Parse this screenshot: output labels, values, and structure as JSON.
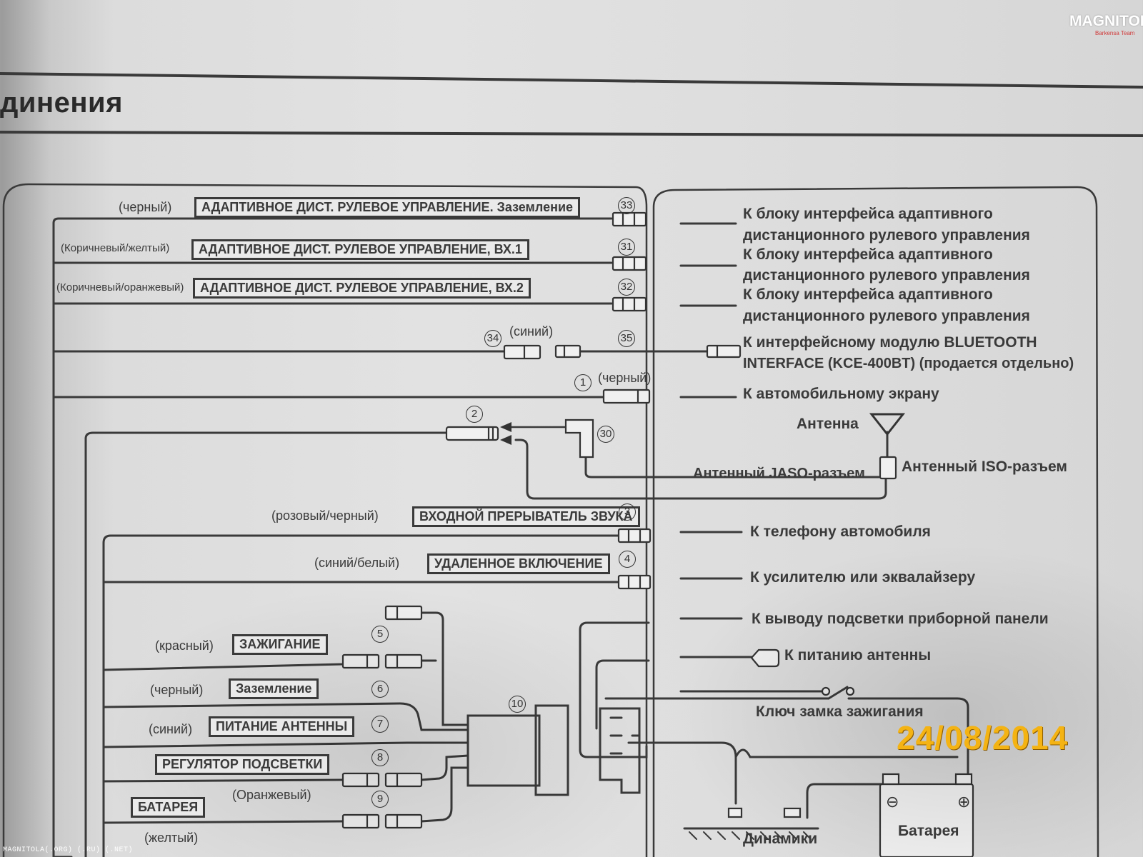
{
  "header": {
    "title": "динения"
  },
  "watermark": {
    "logo": "MAGNITOLA",
    "logo_sub": "Barkensa Team",
    "footer": "MAGNITOLA(.ORG) (.RU) (.NET)"
  },
  "photo_date": "24/08/2014",
  "wires": [
    {
      "num": "33",
      "color": "(черный)",
      "function": "АДАПТИВНОЕ ДИСТ. РУЛЕВОЕ УПРАВЛЕНИЕ. Заземление"
    },
    {
      "num": "31",
      "color": "(Коричневый/желтый)",
      "function": "АДАПТИВНОЕ ДИСТ. РУЛЕВОЕ УПРАВЛЕНИЕ, ВХ.1"
    },
    {
      "num": "32",
      "color": "(Коричневый/оранжевый)",
      "function": "АДАПТИВНОЕ ДИСТ. РУЛЕВОЕ УПРАВЛЕНИЕ, ВХ.2"
    },
    {
      "num": "34",
      "color": "(синий)",
      "function": ""
    },
    {
      "num": "35",
      "color": "",
      "function": ""
    },
    {
      "num": "1",
      "color": "(черный)",
      "function": ""
    },
    {
      "num": "2",
      "color": "",
      "function": ""
    },
    {
      "num": "30",
      "color": "",
      "function": ""
    },
    {
      "num": "3",
      "color": "(розовый/черный)",
      "function": "ВХОДНОЙ ПРЕРЫВАТЕЛЬ ЗВУКА"
    },
    {
      "num": "4",
      "color": "(синий/белый)",
      "function": "УДАЛЕННОЕ ВКЛЮЧЕНИЕ"
    },
    {
      "num": "5",
      "color": "(красный)",
      "function": "ЗАЖИГАНИЕ"
    },
    {
      "num": "6",
      "color": "(черный)",
      "function": "Заземление"
    },
    {
      "num": "7",
      "color": "(синий)",
      "function": "ПИТАНИЕ АНТЕННЫ"
    },
    {
      "num": "8",
      "color": "",
      "function": "РЕГУЛЯТОР ПОДСВЕТКИ"
    },
    {
      "num": "9",
      "color": "(Оранжевый)",
      "function": "БАТАРЕЯ"
    },
    {
      "num": "10",
      "color": "",
      "function": ""
    }
  ],
  "extra_color_label": "(желтый)",
  "destinations": {
    "sw1_line1": "К блоку интерфейса адаптивного",
    "sw1_line2": "дистанционного рулевого управления",
    "sw2_line1": "К блоку интерфейса адаптивного",
    "sw2_line2": "дистанционного рулевого управления",
    "sw3_line1": "К блоку интерфейса адаптивного",
    "sw3_line2": "дистанционного рулевого управления",
    "bt_line1": "К интерфейсному модулю BLUETOOTH",
    "bt_line2": "INTERFACE (KCE-400BT) (продается отдельно)",
    "screen": "К автомобильному экрану",
    "antenna": "Антенна",
    "iso": "Антенный ISO-разъем",
    "jaso": "Антенный JASO-разъем",
    "phone": "К телефону автомобиля",
    "amp": "К усилителю или эквалайзеру",
    "illum": "К выводу подсветки приборной панели",
    "ant_power": "К питанию антенны",
    "ign_key": "Ключ замка зажигания",
    "speakers": "Динамики",
    "battery": "Батарея"
  }
}
